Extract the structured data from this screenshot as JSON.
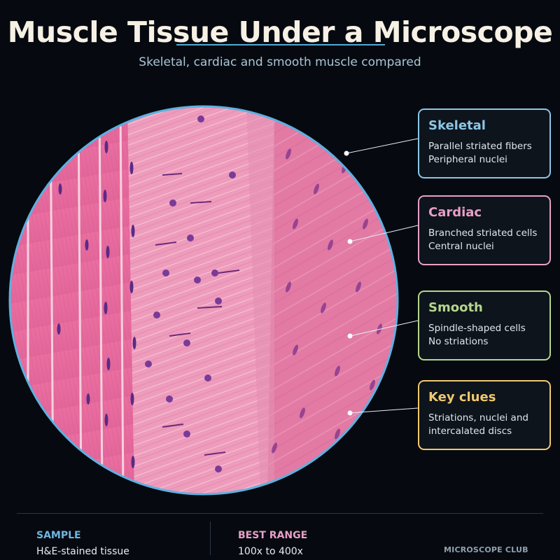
{
  "header": {
    "title": "Muscle Tissue Under a Microscope",
    "subtitle": "Skeletal, cardiac and smooth muscle compared"
  },
  "image": {
    "description": "H&E stained micrograph showing skeletal, cardiac and smooth muscle regions"
  },
  "callouts": [
    {
      "title": "Skeletal",
      "lines": [
        "Parallel striated fibers",
        "Peripheral nuclei"
      ],
      "color": "#8cc6e6"
    },
    {
      "title": "Cardiac",
      "lines": [
        "Branched striated cells",
        "Central nuclei"
      ],
      "color": "#e6a0c6"
    },
    {
      "title": "Smooth",
      "lines": [
        "Spindle-shaped cells",
        "No striations"
      ],
      "color": "#b4d68c"
    },
    {
      "title": "Key clues",
      "lines": [
        "Striations, nuclei and",
        "intercalated discs"
      ],
      "color": "#f0c86e"
    }
  ],
  "footer": {
    "sample_label": "SAMPLE",
    "sample_value": "H&E-stained tissue",
    "range_label": "BEST RANGE",
    "range_value": "100x to 400x",
    "brand": "MICROSCOPE CLUB"
  },
  "colors": {
    "background": "#060a10",
    "accent_blue": "#4fa9d8",
    "tissue_pink": "#e9749e",
    "nucleus_purple": "#5a2a86"
  }
}
